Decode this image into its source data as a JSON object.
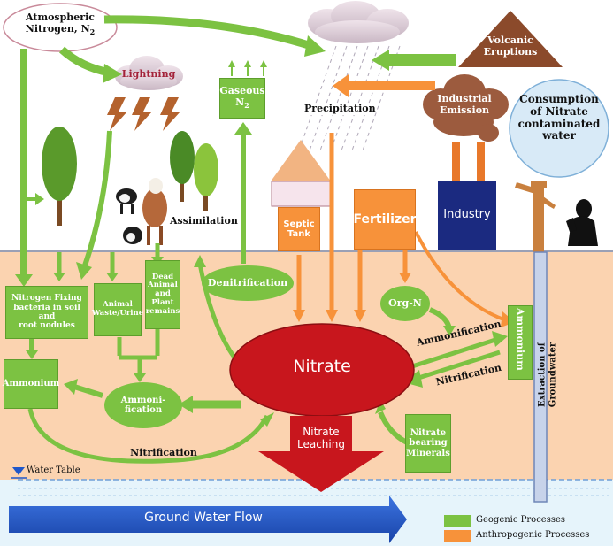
{
  "labels": {
    "atmospheric_nitrogen_line1": "Atmospheric",
    "atmospheric_nitrogen_line2": "Nitrogen, N",
    "atmospheric_nitrogen_sub": "2",
    "lightning": "Lightning",
    "gaseous_line1": "Gaseous",
    "gaseous_line2": "N",
    "gaseous_sub": "2",
    "precipitation": "Precipitation",
    "volcanic_line1": "Volcanic",
    "volcanic_line2": "Eruptions",
    "industrial_line1": "Industrial",
    "industrial_line2": "Emission",
    "consumption_line1": "Consumption",
    "consumption_line2": "of Nitrate",
    "consumption_line3": "contaminated",
    "consumption_line4": "water",
    "industry": "Industry",
    "assimilation": "Assimilation",
    "septic_line1": "Septic",
    "septic_line2": "Tank",
    "fertilizer": "Fertilizer",
    "nitrogen_fixing_line1": "Nitrogen Fixing",
    "nitrogen_fixing_line2": "bacteria in soil and",
    "nitrogen_fixing_line3": "root nodules",
    "animal_waste_line1": "Animal",
    "animal_waste_line2": "Waste/Urine",
    "dead_line1": "Dead",
    "dead_line2": "Animal",
    "dead_line3": "and Plant",
    "dead_line4": "remains",
    "denitrification": "Denitrification",
    "org_n": "Org-N",
    "ammonium_vertical": "Ammonium",
    "ammonium_box": "Ammonium",
    "ammonification_oval_line1": "Ammoni-",
    "ammonification_oval_line2": "fication",
    "nitrate": "Nitrate",
    "ammonification": "Ammonification",
    "nitrification_right": "Nitrification",
    "extraction_line1": "Extraction of",
    "extraction_line2": "Groundwater",
    "nitrate_leaching_line1": "Nitrate",
    "nitrate_leaching_line2": "Leaching",
    "nitrate_bearing_line1": "Nitrate",
    "nitrate_bearing_line2": "bearing",
    "nitrate_bearing_line3": "Minerals",
    "nitrification_bottom": "Nitrification",
    "water_table": "Water Table",
    "ground_water_flow": "Ground Water Flow"
  },
  "legend": [
    {
      "label": "Geogenic Processes",
      "color": "#7cc242"
    },
    {
      "label": "Anthropogenic Processes",
      "color": "#f7923a"
    }
  ],
  "colors": {
    "geogenic": "#7cc242",
    "anthropogenic": "#f7923a",
    "soil": "#fbd3b0",
    "groundwater": "#e6f4fb",
    "nitrate": "#c8161d",
    "flow": "#1f57c9",
    "volcano": "#8b4a2b"
  },
  "icons": [
    "cloud-icon",
    "lightning-bolt-icon",
    "tree-icon",
    "cow-icon",
    "house-icon",
    "factory-icon",
    "smoke-cloud-icon",
    "volcano-icon",
    "hand-pump-icon",
    "woman-drinking-icon",
    "rain-icon"
  ]
}
